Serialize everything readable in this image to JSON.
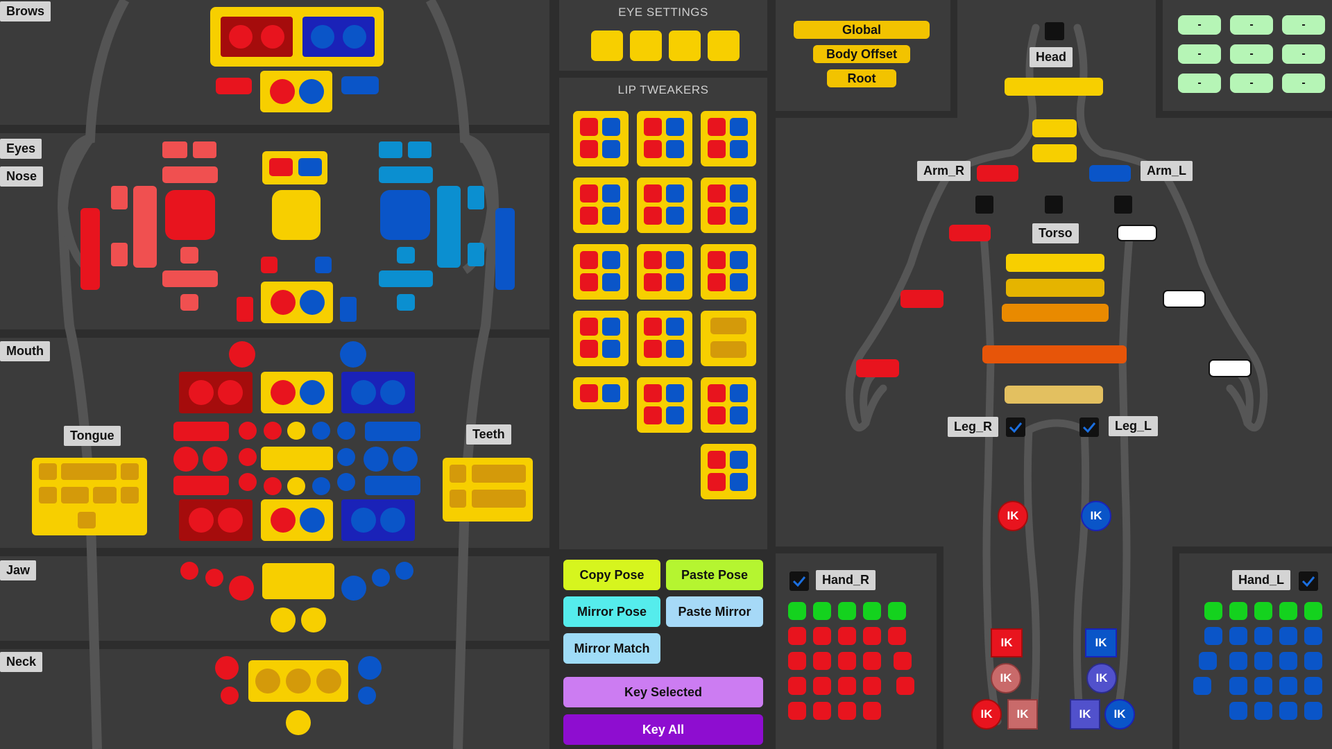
{
  "face_panel": {
    "labels": {
      "brows": "Brows",
      "eyes": "Eyes",
      "nose": "Nose",
      "mouth": "Mouth",
      "tongue": "Tongue",
      "teeth": "Teeth",
      "jaw": "Jaw",
      "neck": "Neck"
    }
  },
  "eye_settings": {
    "title": "EYE SETTINGS"
  },
  "lip_tweakers": {
    "title": "LIP TWEAKERS"
  },
  "pose_buttons": {
    "copy_pose": "Copy Pose",
    "paste_pose": "Paste Pose",
    "mirror_pose": "Mirror Pose",
    "paste_mirror": "Paste Mirror",
    "mirror_match": "Mirror Match",
    "key_selected": "Key Selected",
    "key_all": "Key All"
  },
  "global_panel": {
    "global": "Global",
    "body_offset": "Body Offset",
    "root": "Root"
  },
  "quick_buttons": {
    "label": "-"
  },
  "body": {
    "head": "Head",
    "arm_r": "Arm_R",
    "arm_l": "Arm_L",
    "torso": "Torso",
    "leg_r": "Leg_R",
    "leg_l": "Leg_L",
    "hand_r": "Hand_R",
    "hand_l": "Hand_L",
    "ik": "IK",
    "leg_r_checked": true,
    "leg_l_checked": true,
    "hand_r_checked": true,
    "hand_l_checked": true
  },
  "colors": {
    "background": "#3a3a3a",
    "right_red": "#e8141e",
    "left_blue": "#0a55c8",
    "center_yellow": "#f7cf00",
    "dark_red": "#a50c0c",
    "dark_blue": "#1a22b8",
    "lime": "#d6f51e",
    "cyan": "#55ecec",
    "light_blue": "#a6d9f7",
    "violet": "#cc7cf2",
    "purple": "#8e0dd0",
    "mint": "#b6f5b6",
    "green": "#14d21e"
  }
}
